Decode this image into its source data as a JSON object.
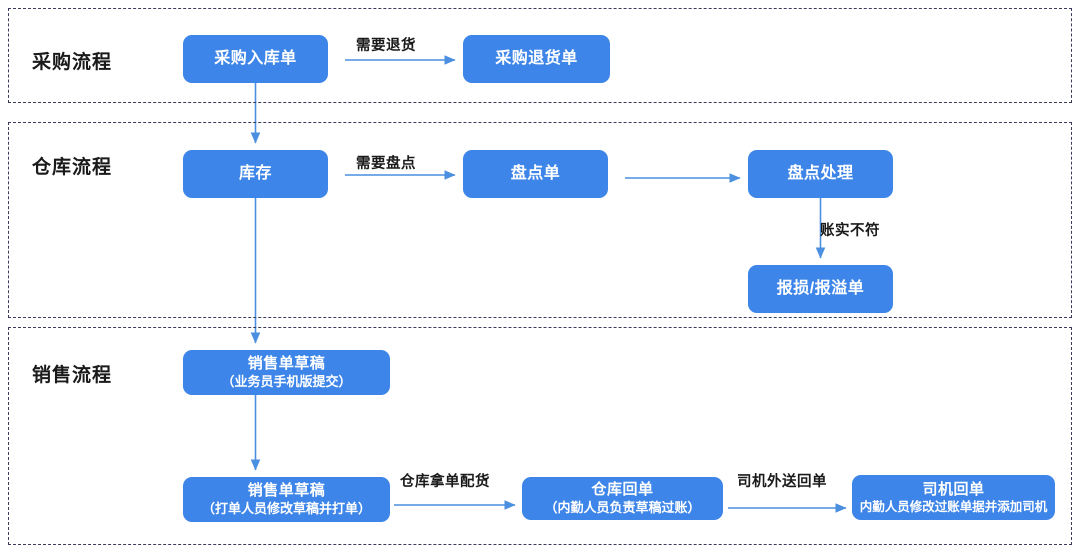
{
  "diagram": {
    "title_colors": {
      "node_fill": "#3d85e8",
      "node_text": "#ffffff",
      "arrow": "#4a8fe0",
      "container_border": "#3b3b5c",
      "label_text": "#1a1a1a"
    },
    "sections": [
      {
        "id": "purchase",
        "label": "采购流程"
      },
      {
        "id": "warehouse",
        "label": "仓库流程"
      },
      {
        "id": "sales",
        "label": "销售流程"
      }
    ],
    "nodes": {
      "purchase_in": {
        "title": "采购入库单",
        "subtitle": ""
      },
      "purchase_return": {
        "title": "采购退货单",
        "subtitle": ""
      },
      "stock": {
        "title": "库存",
        "subtitle": ""
      },
      "stocktake_doc": {
        "title": "盘点单",
        "subtitle": ""
      },
      "stocktake_proc": {
        "title": "盘点处理",
        "subtitle": ""
      },
      "loss_overflow": {
        "title": "报损/报溢单",
        "subtitle": ""
      },
      "sales_draft_1": {
        "title": "销售单草稿",
        "subtitle": "（业务员手机版提交）"
      },
      "sales_draft_2": {
        "title": "销售单草稿",
        "subtitle": "（打单人员修改草稿并打单）"
      },
      "warehouse_receipt": {
        "title": "仓库回单",
        "subtitle": "（内勤人员负责草稿过账）"
      },
      "driver_receipt": {
        "title": "司机回单",
        "subtitle": "内勤人员修改过账单据并添加司机"
      }
    },
    "edge_labels": {
      "need_return": "需要退货",
      "need_count": "需要盘点",
      "mismatch": "账实不符",
      "pick_dispatch": "仓库拿单配货",
      "driver_deliver": "司机外送回单"
    }
  }
}
